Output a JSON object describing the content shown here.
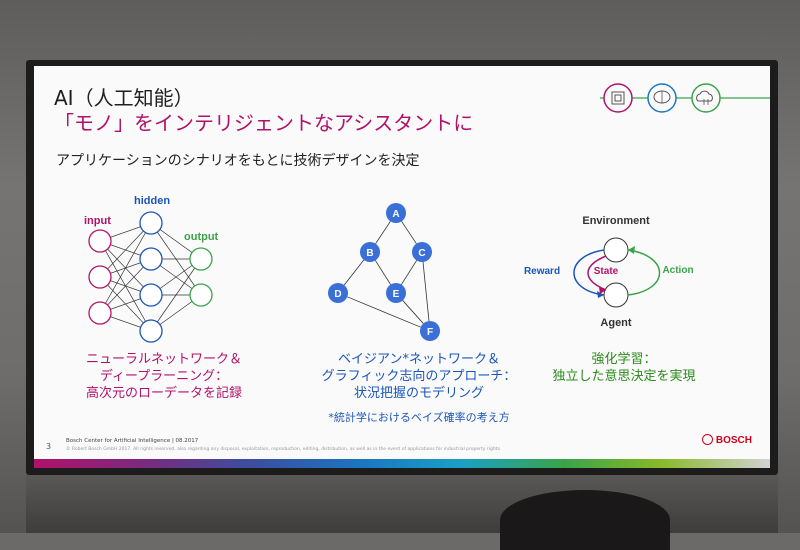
{
  "slide": {
    "title_line1": "AI（人工知能）",
    "title_line2": "「モノ」をインテリジェントなアシスタントに",
    "subtitle": "アプリケーションのシナリオをもとに技術デザインを決定",
    "page_number": "3",
    "footer_line1": "Bosch Center for Artificial Intelligence | 08.2017",
    "footer_line2": "© Robert Bosch GmbH 2017. All rights reserved, also regarding any disposal, exploitation, reproduction, editing, distribution, as well as in the event of applications for industrial property rights.",
    "brand": "BOSCH"
  },
  "header_icons": [
    "chip-icon",
    "brain-icon",
    "cloud-icon"
  ],
  "neural_network": {
    "input_label": "input",
    "hidden_label": "hidden",
    "output_label": "output",
    "caption": [
      "ニューラルネットワーク＆",
      "ディープラーニング：",
      "高次元のローデータを記録"
    ]
  },
  "bayesian_network": {
    "nodes": [
      "A",
      "B",
      "C",
      "D",
      "E",
      "F"
    ],
    "caption": [
      "ベイジアン*ネットワーク＆",
      "グラフィック志向のアプローチ：",
      "状況把握のモデリング"
    ],
    "note": "*統計学におけるベイズ確率の考え方"
  },
  "reinforcement": {
    "environment_label": "Environment",
    "agent_label": "Agent",
    "reward_label": "Reward",
    "state_label": "State",
    "action_label": "Action",
    "caption": [
      "強化学習：",
      "独立した意思決定を実現"
    ]
  },
  "colors": {
    "magenta": "#b0126a",
    "blue": "#1a55b8",
    "green": "#3aa34a",
    "node_blue": "#3a6fd8"
  }
}
